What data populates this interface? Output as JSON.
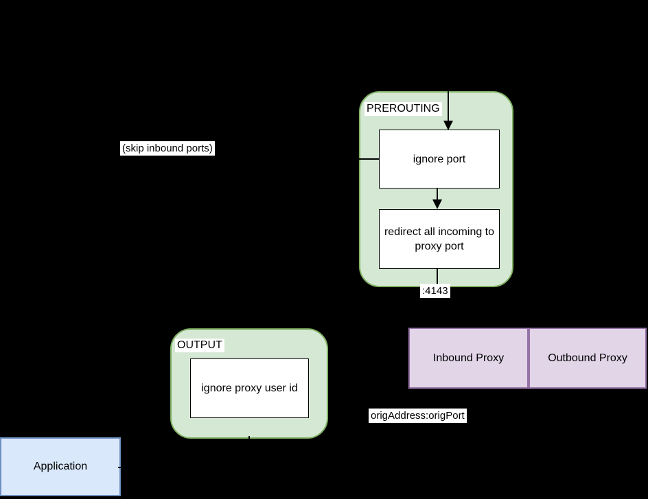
{
  "colors": {
    "background": "#000000",
    "group-fill": "#d5e8d4",
    "group-stroke": "#82b366",
    "node-fill": "#ffffff",
    "node-stroke": "#000000",
    "proxy-fill": "#e1d5e7",
    "proxy-stroke": "#9673a6",
    "app-fill": "#dae8fc",
    "app-stroke": "#6c8ebf",
    "edge": "#000000",
    "label-bg": "#ffffff",
    "text": "#000000"
  },
  "prerouting": {
    "title": "PREROUTING",
    "nodes": {
      "ignore_port": "ignore port",
      "redirect": "redirect all incoming to proxy port"
    }
  },
  "output": {
    "title": "OUTPUT",
    "nodes": {
      "ignore_uid": "ignore proxy user id"
    }
  },
  "proxy": {
    "inbound": "Inbound Proxy",
    "outbound": "Outbound Proxy"
  },
  "application": {
    "label": "Application"
  },
  "edge_labels": {
    "skip_inbound_ports": "(skip inbound ports)",
    "proxy_port": ":4143",
    "orig_destination": "origAddress:origPort"
  }
}
